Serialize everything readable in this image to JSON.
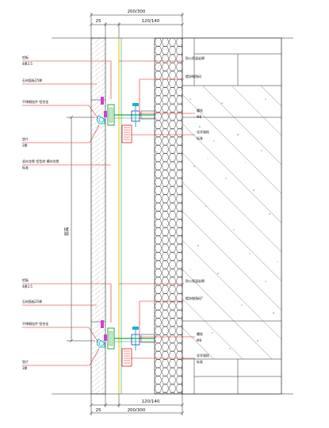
{
  "dimensions": {
    "top_total": "200/300",
    "top_left": "25",
    "top_right": "120/140",
    "bottom_total": "200/300",
    "bottom_left": "25",
    "bottom_right": "120/140",
    "vertical_span": "层高"
  },
  "labels_left_upper": [
    {
      "line1": "铝板",
      "line2": "4厚3.5"
    },
    {
      "line1": "石材面板25厚",
      "line2": ""
    },
    {
      "line1": "不锈钢挂件 铝合金",
      "line2": ""
    },
    {
      "line1": "垫片",
      "line2": "3厚"
    },
    {
      "line1": "竖向龙骨 铝型材 横向龙骨",
      "line2": "标准"
    }
  ],
  "labels_left_lower": [
    {
      "line1": "铝板",
      "line2": "4厚3.5"
    },
    {
      "line1": "石材面板25厚",
      "line2": ""
    },
    {
      "line1": "不锈钢挂件 铝合金",
      "line2": ""
    },
    {
      "line1": "垫片",
      "line2": "3厚"
    }
  ],
  "labels_right_upper": [
    {
      "line1": "防火保温岩棉",
      "line2": ""
    },
    {
      "line1": "镀锌钢角码",
      "line2": ""
    },
    {
      "line1": "螺栓",
      "line2": "M8"
    },
    {
      "line1": "化学锚栓",
      "line2": "标准"
    }
  ],
  "labels_right_lower": [
    {
      "line1": "防火保温岩棉",
      "line2": ""
    },
    {
      "line1": "镀锌钢角码",
      "line2": ""
    },
    {
      "line1": "螺栓",
      "line2": "M8"
    },
    {
      "line1": "化学锚栓",
      "line2": "标准"
    }
  ],
  "colors": {
    "red": "#e01e1e",
    "green": "#1fa83a",
    "magenta": "#d63ad6",
    "cyan": "#19b4c8",
    "yellow": "#d8c21a",
    "blue": "#2a2ad0",
    "line": "#222222"
  }
}
